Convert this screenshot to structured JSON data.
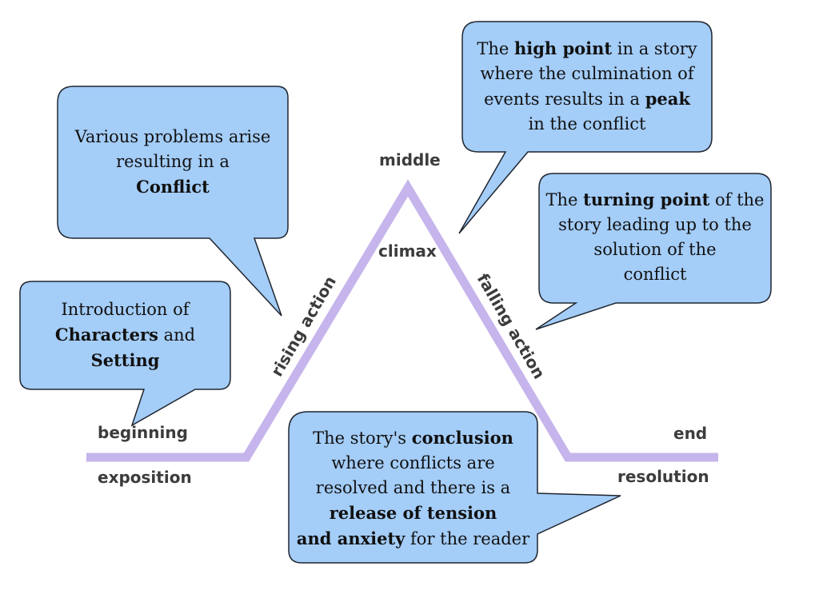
{
  "colors": {
    "arc": "#c6b4ec",
    "bubble_fill": "#a4cdf8",
    "bubble_stroke": "#1f2630",
    "label": "#3c3c3c"
  },
  "labels": {
    "beginning": "beginning",
    "exposition": "exposition",
    "middle": "middle",
    "climax": "climax",
    "rising_action": "rising action",
    "falling_action": "falling action",
    "end": "end",
    "resolution": "resolution"
  },
  "bubbles": {
    "exposition": {
      "line1": "Introduction of",
      "characters": "Characters",
      "and": " and",
      "setting": "Setting"
    },
    "rising": {
      "line1": "Various problems arise",
      "line2": "resulting in a",
      "conflict": "Conflict"
    },
    "climax": {
      "the": "The ",
      "high_point": "high point",
      "line1_rest": " in a story",
      "line2": "where the culmination of",
      "line3": "events results in a ",
      "peak": "peak",
      "line4": "in the conflict"
    },
    "falling": {
      "the": "The ",
      "turning_point": "turning point",
      "line1_rest": " of the",
      "line2": "story leading up to the",
      "line3": "solution of the",
      "line4": "conflict"
    },
    "resolution": {
      "line1_pre": "The story's ",
      "conclusion": "conclusion",
      "line2": "where conflicts are",
      "line3": "resolved and there is a",
      "release": "release of tension",
      "and_anxiety": "and anxiety",
      "line5_rest": " for the reader"
    }
  }
}
